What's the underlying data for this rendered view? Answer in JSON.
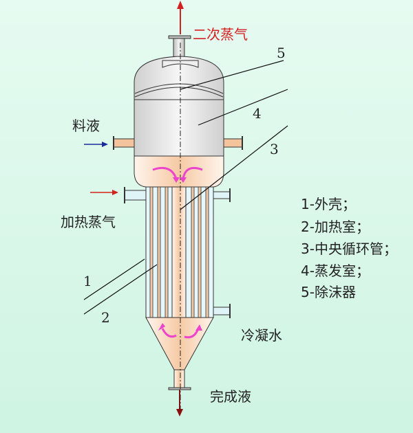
{
  "labels": {
    "vapor_out": "二次蒸气",
    "feed": "料液",
    "heating_steam": "加热蒸气",
    "condensate": "冷凝水",
    "product": "完成液"
  },
  "callouts": [
    "1",
    "2",
    "3",
    "4",
    "5"
  ],
  "legend": [
    "1-外壳；",
    "2-加热室；",
    "3-中央循环管；",
    "4-蒸发室；",
    "5-除沫器"
  ],
  "colors": {
    "vapor_arrow": "#d42020",
    "feed_arrow": "#1a2a9a",
    "steam_arrow": "#d42020",
    "product_arrow": "#8a1010",
    "circulation_arrows": "#ee44cc",
    "background": "#d8f7ea"
  }
}
